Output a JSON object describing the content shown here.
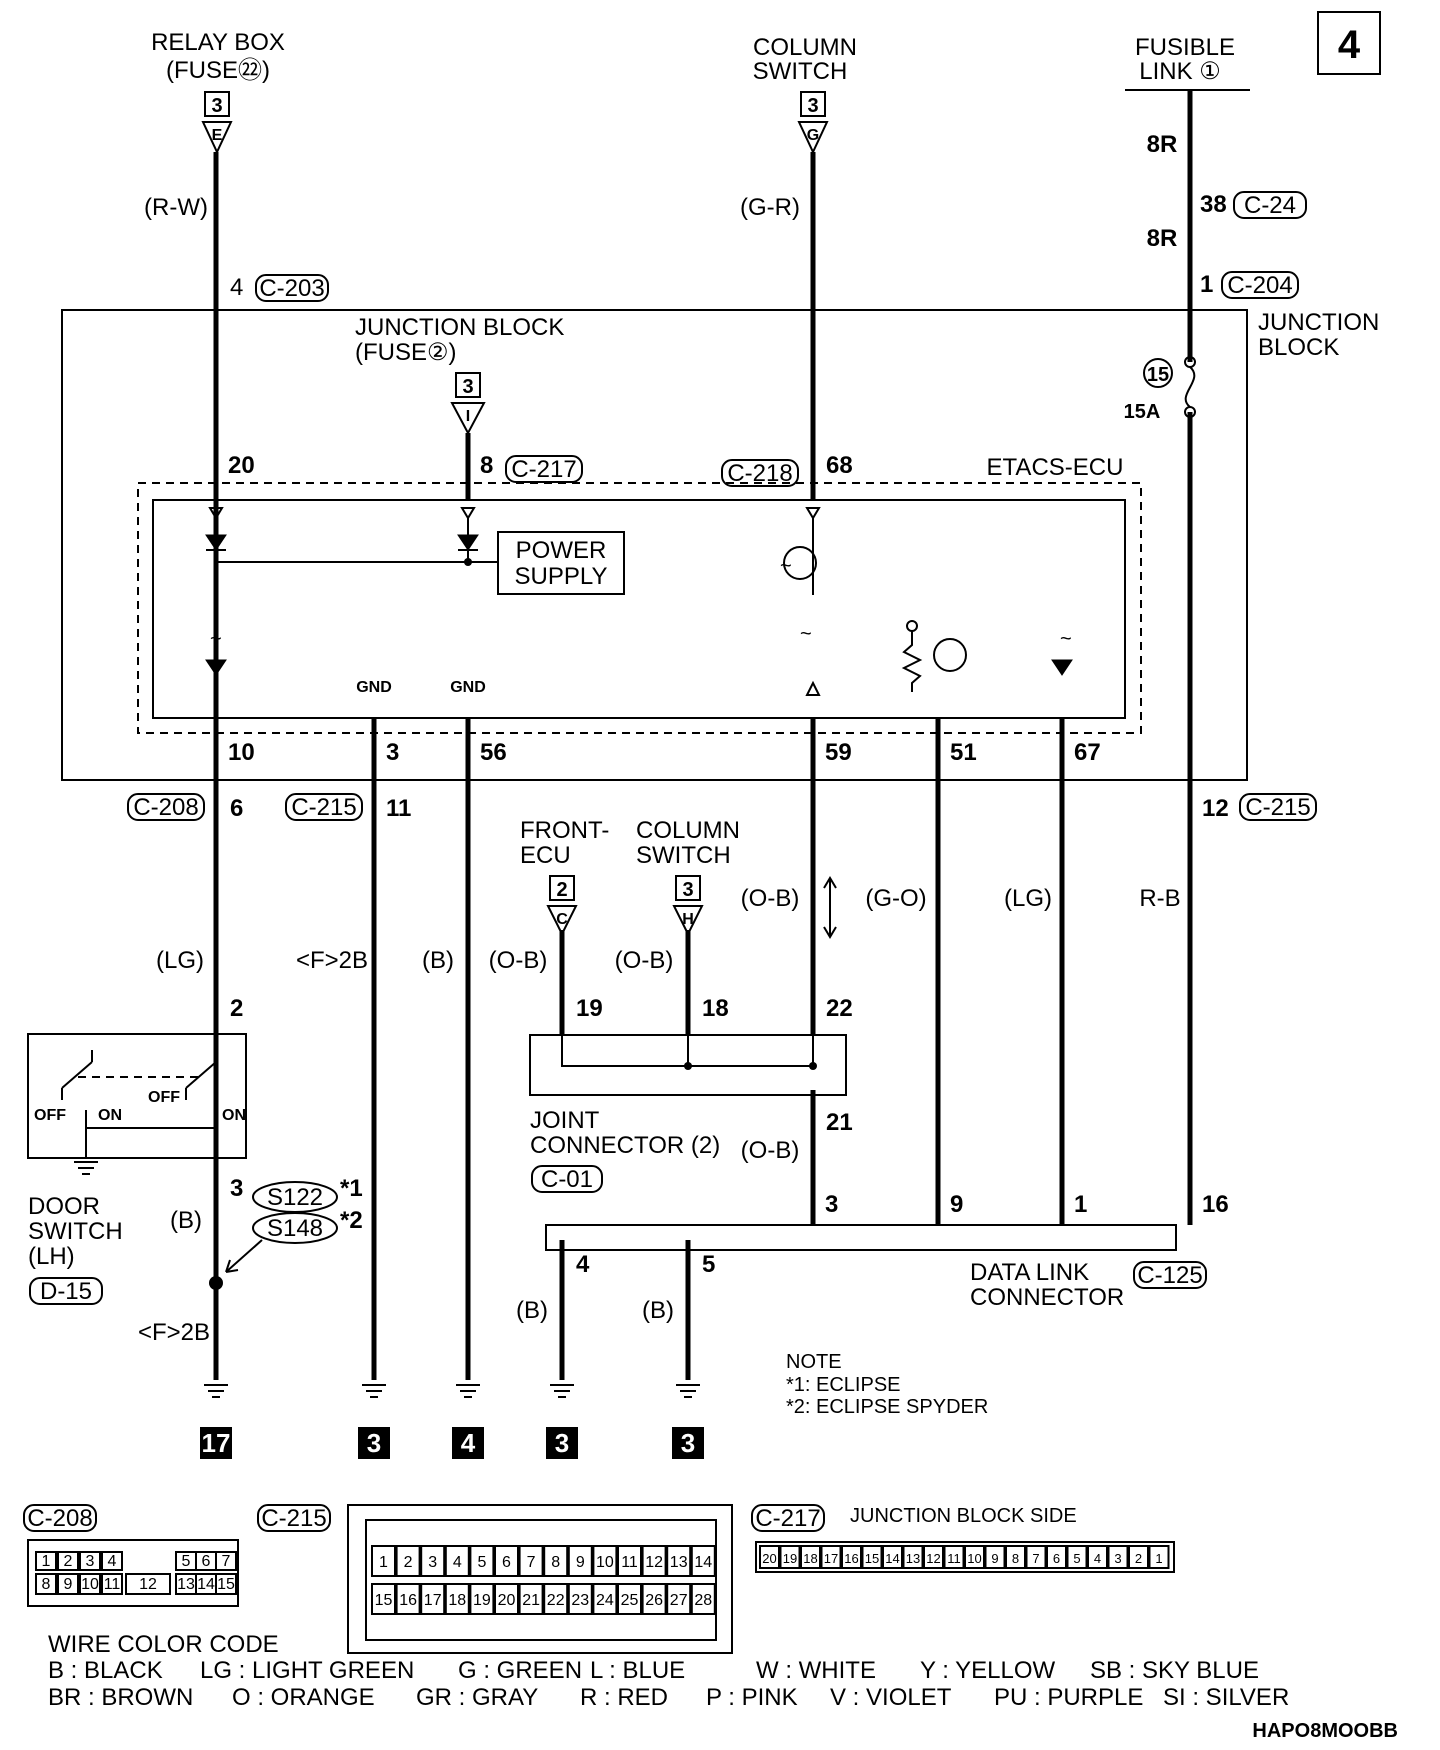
{
  "page_number": "4",
  "drawing_code": "HAPO8MOOBB",
  "sources": {
    "relay_box": {
      "name": "RELAY BOX",
      "fuse": "(FUSE㉒)",
      "box": "3",
      "pin": "E",
      "wire": "(R-W)",
      "pin_num": "4",
      "conn": "C-203"
    },
    "column_switch_top": {
      "name_line1": "COLUMN",
      "name_line2": "SWITCH",
      "box": "3",
      "pin": "G",
      "wire": "(G-R)"
    },
    "fusible_link": {
      "name_line1": "FUSIBLE",
      "name_line2": "LINK ①",
      "wire_a": "8R",
      "pin_a": "38",
      "conn_a": "C-24",
      "wire_b": "8R",
      "pin_b": "1",
      "conn_b": "C-204"
    }
  },
  "junction_block": {
    "title_right_line1": "JUNCTION",
    "title_right_line2": "BLOCK",
    "fuse_name_line1": "JUNCTION BLOCK",
    "fuse_name_line2": "(FUSE②)",
    "fuse_box": "3",
    "fuse_pin": "I",
    "fuse_15_num": "15",
    "fuse_15_rating": "15A"
  },
  "etacs": {
    "title": "ETACS-ECU",
    "power_supply_line1": "POWER",
    "power_supply_line2": "SUPPLY",
    "pin_20": "20",
    "pin_8": "8",
    "conn_217": "C-217",
    "conn_218": "C-218",
    "pin_68": "68",
    "gnd_a": "GND",
    "gnd_b": "GND",
    "bottom_pins": [
      "10",
      "3",
      "56",
      "59",
      "51",
      "67"
    ]
  },
  "harness": {
    "c208": "C-208",
    "c208_pin": "6",
    "c215": "C-215",
    "c215_pin": "11",
    "c215_right_pin": "12",
    "wire_lg": "(LG)",
    "wire_f2b": "<F>2B",
    "wire_b": "(B)",
    "wire_ob1": "(O-B)",
    "wire_ob2": "(O-B)",
    "wire_ob3": "(O-B)",
    "wire_go": "(G-O)",
    "wire_lg2": "(LG)",
    "wire_rb": "R-B"
  },
  "front_ecu": {
    "name_line1": "FRONT-",
    "name_line2": "ECU",
    "box": "2",
    "pin": "C",
    "pin_num": "19"
  },
  "column_switch_mid": {
    "name_line1": "COLUMN",
    "name_line2": "SWITCH",
    "box": "3",
    "pin": "H",
    "pin_num": "18"
  },
  "joint_connector": {
    "name_line1": "JOINT",
    "name_line2": "CONNECTOR (2)",
    "conn": "C-01",
    "pin_22": "22",
    "pin_21": "21",
    "wire_ob": "(O-B)"
  },
  "door_switch": {
    "name_line1": "DOOR",
    "name_line2": "SWITCH",
    "name_line3": "(LH)",
    "conn": "D-15",
    "pin_2": "2",
    "pin_3": "3",
    "off1": "OFF",
    "on1": "ON",
    "off2": "OFF",
    "on2": "ON",
    "wire_b": "(B)"
  },
  "splices": {
    "s122": "S122",
    "s148": "S148",
    "mark1": "*1",
    "mark2": "*2",
    "wire_f2b": "<F>2B"
  },
  "data_link": {
    "name_line1": "DATA LINK",
    "name_line2": "CONNECTOR",
    "conn": "C-125",
    "pins_top": [
      "3",
      "9",
      "1",
      "16"
    ],
    "pins_bottom": [
      "4",
      "5"
    ],
    "wire_b1": "(B)",
    "wire_b2": "(B)"
  },
  "grounds": [
    "17",
    "3",
    "4",
    "3",
    "3"
  ],
  "note": {
    "title": "NOTE",
    "line1": "*1: ECLIPSE",
    "line2": "*2: ECLIPSE SPYDER"
  },
  "connector_views": {
    "c208": {
      "label": "C-208",
      "row1": [
        "1",
        "2",
        "3",
        "4",
        "",
        "5",
        "6",
        "7"
      ],
      "row2": [
        "8",
        "9",
        "10",
        "11",
        "12",
        "13",
        "14",
        "15"
      ]
    },
    "c215": {
      "label": "C-215",
      "row1": [
        "1",
        "2",
        "3",
        "4",
        "5",
        "6",
        "7",
        "8",
        "9",
        "10",
        "11",
        "12",
        "13",
        "14"
      ],
      "row2": [
        "15",
        "16",
        "17",
        "18",
        "19",
        "20",
        "21",
        "22",
        "23",
        "24",
        "25",
        "26",
        "27",
        "28"
      ]
    },
    "c217": {
      "label": "C-217",
      "side_label": "JUNCTION BLOCK SIDE",
      "pins": [
        "20",
        "19",
        "18",
        "17",
        "16",
        "15",
        "14",
        "13",
        "12",
        "11",
        "10",
        "9",
        "8",
        "7",
        "6",
        "5",
        "4",
        "3",
        "2",
        "1"
      ]
    }
  },
  "wire_color_code": {
    "title": "WIRE COLOR CODE",
    "row1": [
      "B : BLACK",
      "LG : LIGHT GREEN",
      "G : GREEN",
      "L : BLUE",
      "W : WHITE",
      "Y : YELLOW",
      "SB : SKY BLUE"
    ],
    "row2": [
      "BR : BROWN",
      "O : ORANGE",
      "GR : GRAY",
      "R : RED",
      "P : PINK",
      "V : VIOLET",
      "PU : PURPLE",
      "SI : SILVER"
    ]
  }
}
